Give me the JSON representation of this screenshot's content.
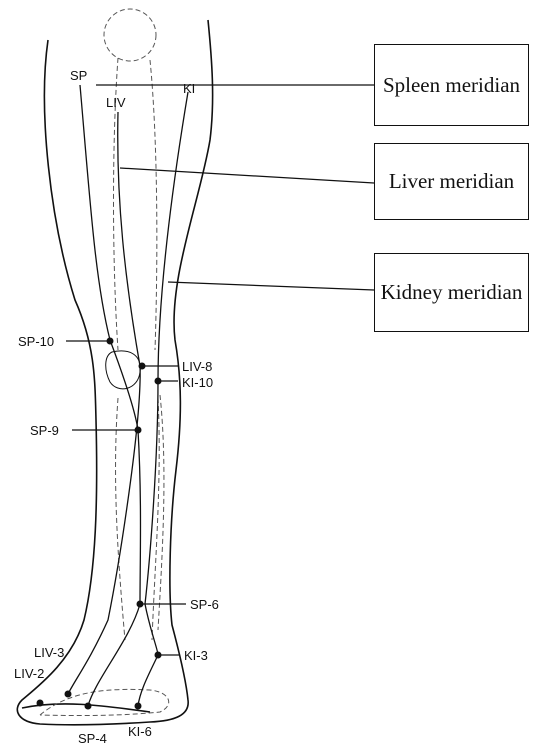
{
  "meridian_labels": {
    "spleen": "Spleen meridian",
    "liver": "Liver meridian",
    "kidney": "Kidney meridian"
  },
  "line_labels": {
    "sp": "SP",
    "liv": "LIV",
    "ki": "KI"
  },
  "points": {
    "sp10": "SP-10",
    "liv8": "LIV-8",
    "ki10": "KI-10",
    "sp9": "SP-9",
    "sp6": "SP-6",
    "ki3": "KI-3",
    "liv3": "LIV-3",
    "liv2": "LIV-2",
    "ki6": "KI-6",
    "sp4": "SP-4"
  },
  "colors": {
    "ink": "#111111",
    "background": "#ffffff"
  }
}
